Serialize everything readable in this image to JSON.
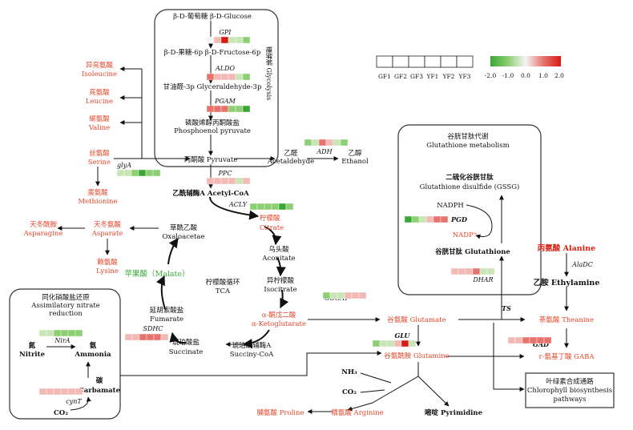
{
  "heat_colors": {
    "g2": "#3aa635",
    "g1": "#8dcf73",
    "g05": "#c8e6b5",
    "w": "#f4f4f4",
    "r05": "#f2b9b5",
    "r1": "#e8736d",
    "r2": "#d61a14"
  },
  "legend": {
    "columns": [
      "GF1",
      "GF2",
      "GF3",
      "YF1",
      "YF2",
      "YF3"
    ],
    "scale_ticks": [
      "-2.0",
      "-1.0",
      "0.0",
      "1.0",
      "2.0"
    ]
  },
  "boxes": {
    "glycolysis": "糖酵解 Glycolysis",
    "gsh": [
      "谷胱甘肽代谢",
      "Glutathione metabolism"
    ],
    "nitrate": [
      "同化硝酸盐还原",
      "Assimilatory nitrate",
      "reduction"
    ],
    "chlorophyll": [
      "叶绿素合成通路",
      "Chlorophyll biosynthesis",
      "pathways"
    ]
  },
  "tca_label": [
    "柠檬酸循环",
    "TCA"
  ],
  "metabolites": {
    "glucose": "β-D-葡萄糖  β-D-Glucose",
    "fructose": "β-D-果糖-6p  β-D-Fructose-6p",
    "gly3p": "甘油醛-3p Glyceraldehyde-3p",
    "pep_cn": "磷酸烯醇丙酮酸盐",
    "pep_en": "Phosphoenol pyruvate",
    "pyruvate": "丙酮酸 Pyruvate",
    "acetyl_coa": "乙酰辅酶A  Acetyl-CoA",
    "acetaldehyde_cn": "乙醛",
    "acetaldehyde_en": "Acetaldehyde",
    "ethanol_cn": "乙醇",
    "ethanol_en": "Ethanol",
    "citrate_cn": "柠檬酸",
    "citrate_en": "Citrate",
    "aconitate_cn": "乌头酸",
    "aconitate_en": "Aconitate",
    "isocitrate_cn": "异柠檬酸",
    "isocitrate_en": "Isocitrate",
    "akg_cn": "α-酮戊二酸",
    "akg_en": "α-Ketoglutarate",
    "succcoa_cn": "琥珀酰辅酶A",
    "succcoa_en": "Succiny-CoA",
    "succinate_cn": "琥珀酸盐",
    "succinate_en": "Succinate",
    "fumarate_cn": "延胡索酸盐",
    "fumarate_en": "Fumarate",
    "malate": "苹果酸（Malate）",
    "oxaloacetate_cn": "草酰乙酸",
    "oxaloacetate_en": "Oxaloacetae",
    "isoleucine_cn": "异亮氨酸",
    "isoleucine_en": "Isoleucine",
    "leucine_cn": "亮氨酸",
    "leucine_en": "Leucine",
    "valine_cn": "缬氨酸",
    "valine_en": "Valine",
    "serine_cn": "丝氨酸",
    "serine_en": "Serine",
    "methionine_cn": "蛋氨酸",
    "methionine_en": "Methionine",
    "aspartate_cn": "天冬氨酸",
    "aspartate_en": "Asparate",
    "asparagine_cn": "天冬酰胺",
    "asparagine_en": "Asparagine",
    "lysine_cn": "赖氨酸",
    "lysine_en": "Lysine",
    "gssg_cn": "二硫化谷胱甘肽",
    "gssg_en": "Glutathione disulfide (GSSG)",
    "nadph": "NADPH",
    "nadp": "NADP⁺",
    "glutathione": "谷胱甘肽 Glutathione",
    "alanine": "丙氨酸 Alanine",
    "ethylamine": "乙胺 Ethylamine",
    "theanine": "茶氨酸 Theanine",
    "gaba": "r-氨基丁酸 GABA",
    "glutamate": "谷氨酸 Glutamate",
    "glutamine": "谷氨酰胺 Glutamine",
    "nh3": "NH₃",
    "co2": "CO₂",
    "pyrimidine": "嘧啶 Pyrimidine",
    "arginine": "精氨酸 Arginine",
    "proline": "脯氨酸 Proline",
    "nitrite_cn": "氮",
    "nitrite_en": "Nitrite",
    "ammonia_cn": "氨",
    "ammonia_en": "Ammonia",
    "carbamate_cn": "碳",
    "carbamate_en": "Carbamate",
    "co2_b": "CO₂"
  },
  "genes": {
    "GPI": [
      "w",
      "r05",
      "r2",
      "g05",
      "g05",
      "g1"
    ],
    "ALDO": [
      "r1",
      "r05",
      "r05",
      "r05",
      "g05",
      "g1"
    ],
    "PGAM": [
      "r1",
      "r1",
      "r1",
      "g1",
      "g1",
      "g2"
    ],
    "PPC": [
      "r05",
      "r05",
      "r05",
      "r05",
      "g05",
      "r05"
    ],
    "ADH": [
      "g1",
      "g05",
      "r1",
      "r05",
      "g05",
      "g1"
    ],
    "ACLY": [
      "g1",
      "g1",
      "g1",
      "g1",
      "g2",
      "g1"
    ],
    "glyA": [
      "g05",
      "g05",
      "g1",
      "g2",
      "g1",
      "g1"
    ],
    "PGD": [
      "g2",
      "g1",
      "g05",
      "r05",
      "r1",
      "r1"
    ],
    "DHAR": [
      "r05",
      "r05",
      "r05",
      "r1",
      "g05",
      "g05"
    ],
    "GOGAT": [
      "g1",
      "g05",
      "g05",
      "r05",
      "r05",
      "r05"
    ],
    "GLU": [
      "g1",
      "g05",
      "g05",
      "r05",
      "r2",
      "g05"
    ],
    "GAD": [
      "r05",
      "r05",
      "r1",
      "r1",
      "r1",
      "r1"
    ],
    "SDHC": [
      "r05",
      "r05",
      "r1",
      "r1",
      "r1",
      "r05"
    ],
    "NirA": [
      "g05",
      "g05",
      "g1",
      "g1",
      "g1",
      "g1"
    ],
    "cynT": [
      "r05",
      "r05",
      "r05",
      "r05",
      "r05",
      "r05"
    ]
  }
}
